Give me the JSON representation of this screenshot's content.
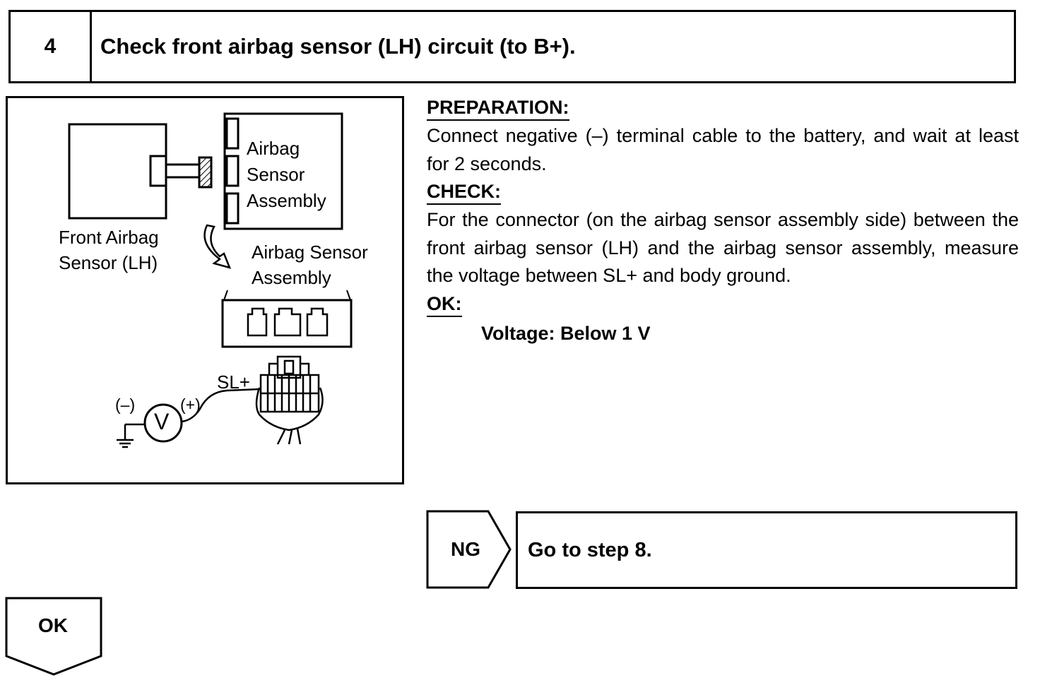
{
  "step": {
    "number": "4",
    "title": "Check front airbag sensor (LH) circuit (to B+)."
  },
  "figure": {
    "front_sensor_label": [
      "Front Airbag",
      "Sensor (LH)"
    ],
    "sensor_assembly_box_label": [
      "Airbag",
      "Sensor",
      "Assembly"
    ],
    "connector_label": [
      "Airbag Sensor",
      "Assembly"
    ],
    "terminal_label": "SL+",
    "meter_negative": "(–)",
    "meter_positive": "(+)",
    "meter_symbol": "V"
  },
  "instructions": {
    "preparation_heading": "PREPARATION:",
    "preparation_text": "Connect negative (–) terminal cable to the battery, and wait at least for 2 seconds.",
    "check_heading": "CHECK:",
    "check_text": "For the connector (on the airbag sensor assembly side) between the front airbag sensor (LH) and the airbag sensor assembly, measure the voltage between SL+ and body ground.",
    "ok_heading": "OK:",
    "ok_spec": "Voltage: Below 1 V"
  },
  "results": {
    "ng_label": "NG",
    "ng_action": "Go to step 8.",
    "ok_label": "OK"
  }
}
